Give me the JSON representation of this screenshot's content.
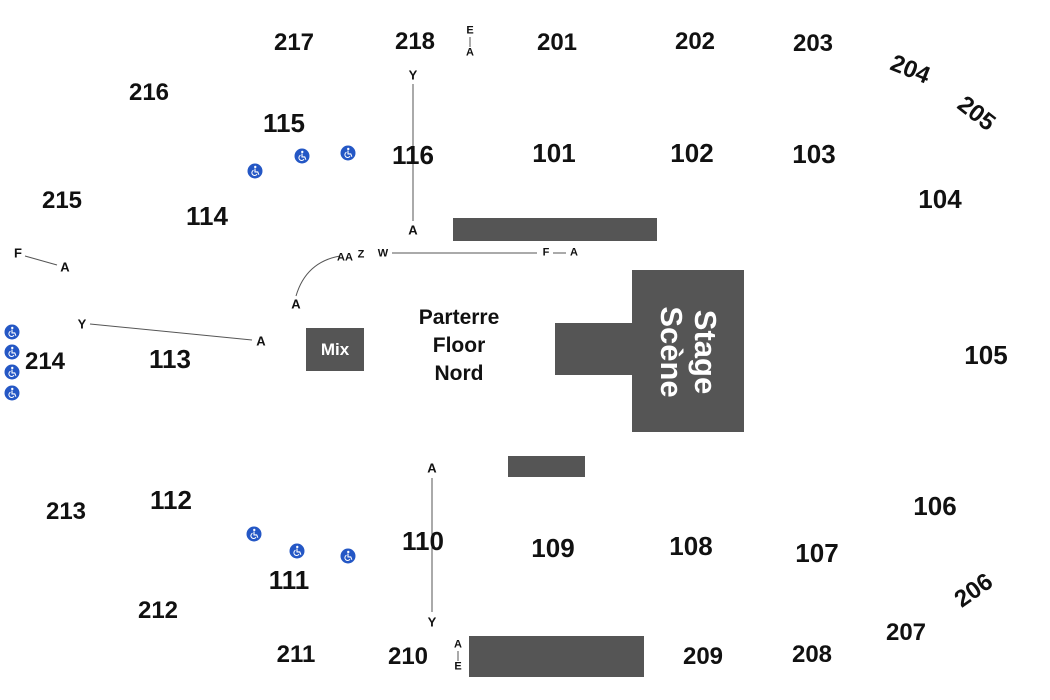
{
  "sections": {
    "s101": "101",
    "s102": "102",
    "s103": "103",
    "s104": "104",
    "s105": "105",
    "s106": "106",
    "s107": "107",
    "s108": "108",
    "s109": "109",
    "s110": "110",
    "s111": "111",
    "s112": "112",
    "s113": "113",
    "s114": "114",
    "s115": "115",
    "s116": "116",
    "s201": "201",
    "s202": "202",
    "s203": "203",
    "s204": "204",
    "s205": "205",
    "s206": "206",
    "s207": "207",
    "s208": "208",
    "s209": "209",
    "s210": "210",
    "s211": "211",
    "s212": "212",
    "s213": "213",
    "s214": "214",
    "s215": "215",
    "s216": "216",
    "s217": "217",
    "s218": "218"
  },
  "rows": {
    "top_e": "E",
    "top_a": "A",
    "s116_y": "Y",
    "s116_a": "A",
    "floor_aa": "AA",
    "floor_z": "Z",
    "floor_w": "W",
    "floor_f": "F",
    "floor_a": "A",
    "curve_a": "A",
    "s215_f": "F",
    "s215_a": "A",
    "s113_y": "Y",
    "s113_a": "A",
    "s110_a": "A",
    "s110_y": "Y",
    "bot_a": "A",
    "bot_e": "E"
  },
  "floor": {
    "line1": "Parterre",
    "line2": "Floor",
    "line3": "Nord"
  },
  "mix_label": "Mix",
  "stage": {
    "line1": "Stage",
    "line2": "Scène"
  },
  "colors": {
    "block": "#555555",
    "accessible": "#2457c5"
  },
  "icons": {
    "accessible": "wheelchair-icon"
  }
}
